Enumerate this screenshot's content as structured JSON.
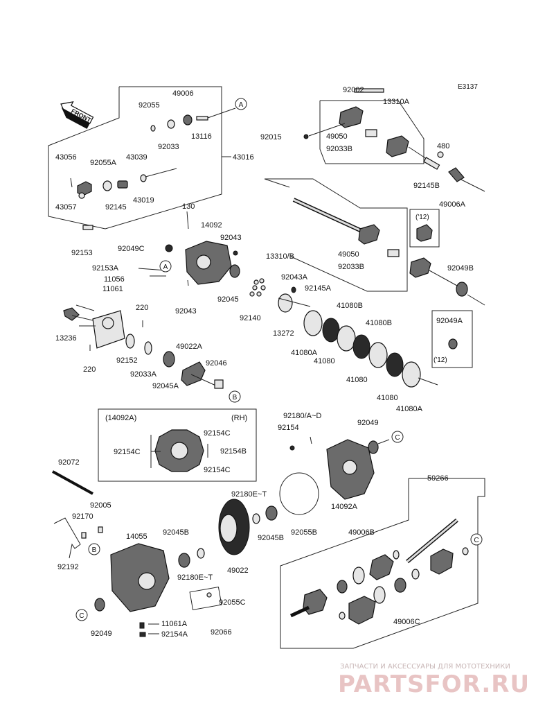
{
  "diagram_code": "E3137",
  "front_label": "FRONT",
  "labels": {
    "p92055": "92055",
    "p49006": "49006",
    "p92033": "92033",
    "p13116": "13116",
    "p43016": "43016",
    "p43056": "43056",
    "p92055A": "92055A",
    "p43039": "43039",
    "p43057": "43057",
    "p92145": "92145",
    "p43019": "43019",
    "p92002": "92002",
    "p13310A": "13310A",
    "p92015": "92015",
    "p49050_top": "49050",
    "p92033B_top": "92033B",
    "p480": "480",
    "p92145B": "92145B",
    "p49006A": "49006A",
    "p130": "130",
    "p14092": "14092",
    "p92043_top": "92043",
    "p92049C": "92049C",
    "p92153": "92153",
    "p92153A": "92153A",
    "p11056": "11056",
    "p92043_bot": "92043",
    "p92045": "92045",
    "p92140": "92140",
    "p13310B": "13310/B",
    "p49050_mid": "49050",
    "p92033B_mid": "92033B",
    "p92049B": "92049B",
    "p12_a": "('12)",
    "p92043A": "92043A",
    "p92145A": "92145A",
    "p13272": "13272",
    "p41080B_1": "41080B",
    "p41080A_1": "41080A",
    "p41080_1": "41080",
    "p41080B_2": "41080B",
    "p41080_2": "41080",
    "p41080_3": "41080",
    "p41080A_2": "41080A",
    "p92049A": "92049A",
    "p12_b": "('12)",
    "p11061": "11061",
    "p220_a": "220",
    "p13236": "13236",
    "p220_b": "220",
    "p92152": "92152",
    "p92033A": "92033A",
    "p49022A": "49022A",
    "p92046": "92046",
    "p92045A": "92045A",
    "p14092A_box": "(14092A)",
    "pRH": "(RH)",
    "p92154C_1": "92154C",
    "p92154C_2": "92154C",
    "p92154B": "92154B",
    "p92154C_3": "92154C",
    "p92180AD": "92180/A~D",
    "p92154": "92154",
    "p92049_r": "92049",
    "p14092A": "14092A",
    "p92072": "92072",
    "p92005": "92005",
    "p92170": "92170",
    "p14055": "14055",
    "p92192": "92192",
    "p92049_b": "92049",
    "p11061A": "11061A",
    "p92154A": "92154A",
    "p92066": "92066",
    "p92055C": "92055C",
    "p92045B_1": "92045B",
    "p92180ET_1": "92180E~T",
    "p49022": "49022",
    "p92180ET_2": "92180E~T",
    "p92045B_2": "92045B",
    "p92055B": "92055B",
    "p59266": "59266",
    "p49006B": "49006B",
    "p49006C": "49006C"
  },
  "callouts": {
    "A": "A",
    "B": "B",
    "C": "C"
  },
  "watermark": {
    "top": "ЗАПЧАСТИ И АКСЕССУАРЫ ДЛЯ МОТОТЕХНИКИ",
    "brand": "PARTSFOR.RU"
  },
  "colors": {
    "line": "#222222",
    "watermark": "#e8c4c4"
  }
}
